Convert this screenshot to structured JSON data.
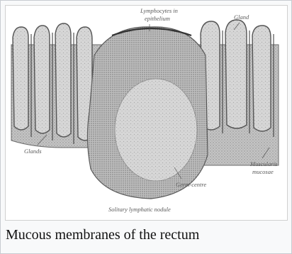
{
  "figure": {
    "labels": {
      "lymphocytes": "Lymphocytes in",
      "epithelium": "epithelium",
      "gland_top": "Gland",
      "glands": "Glands",
      "germ_centre": "Germ-centre",
      "muscularis_line1": "Muscularis",
      "muscularis_line2": "mucosae",
      "solitary_node": "Solitary lymphatic nodule"
    }
  },
  "caption": {
    "text": "Mucous membranes of the rectum"
  },
  "colors": {
    "tissue_fill": "#b9b9b9",
    "ink": "#555555",
    "frame_border": "#c8ccd1"
  }
}
